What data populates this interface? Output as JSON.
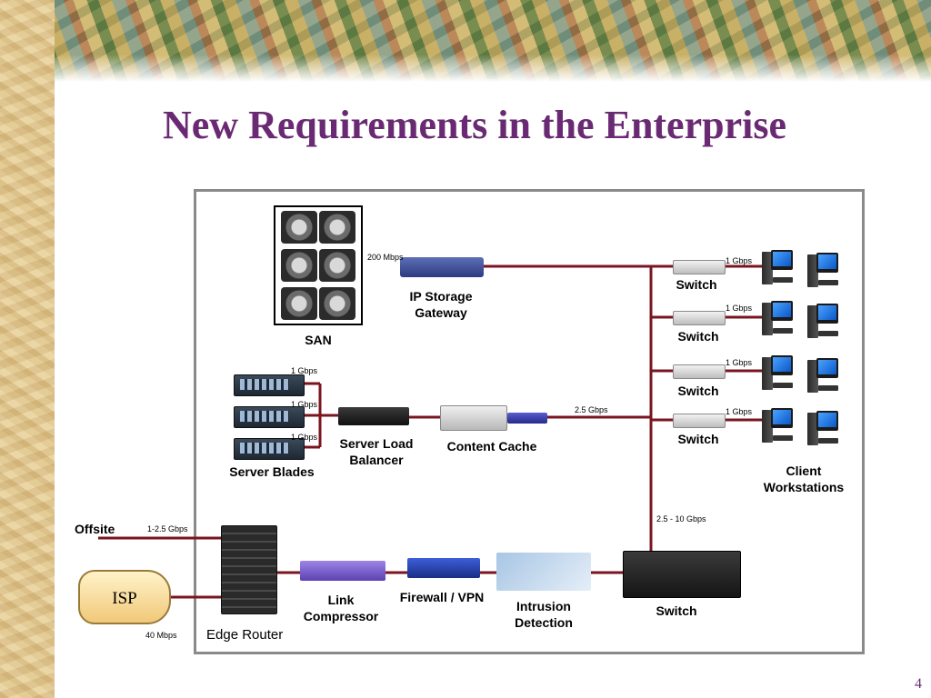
{
  "title": "New Requirements in the Enterprise",
  "page_number": "4",
  "colors": {
    "title": "#6a2a73",
    "wire": "#7a1420",
    "frame": "#8a8a8a"
  },
  "labels": {
    "san": "SAN",
    "ip_storage_gateway": "IP Storage Gateway",
    "server_blades": "Server Blades",
    "server_load_balancer": "Server Load Balancer",
    "content_cache": "Content Cache",
    "switch1": "Switch",
    "switch2": "Switch",
    "switch3": "Switch",
    "switch4": "Switch",
    "client_workstations": "Client Workstations",
    "offsite": "Offsite",
    "isp": "ISP",
    "edge_router": "Edge Router",
    "link_compressor": "Link Compressor",
    "firewall_vpn": "Firewall / VPN",
    "intrusion_detection": "Intrusion Detection",
    "core_switch": "Switch"
  },
  "speeds": {
    "gateway": "200 Mbps",
    "switch1": "1 Gbps",
    "switch2": "1 Gbps",
    "switch3": "1 Gbps",
    "switch4": "1 Gbps",
    "blade1": "1 Gbps",
    "blade2": "1 Gbps",
    "blade3": "1 Gbps",
    "cache_link": "2.5 Gbps",
    "core_link": "2.5 - 10 Gbps",
    "offsite": "1-2.5 Gbps",
    "isp": "40 Mbps"
  }
}
